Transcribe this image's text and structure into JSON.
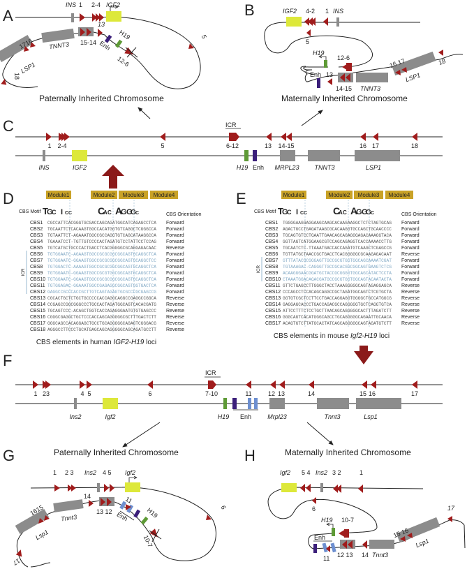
{
  "colors": {
    "ctcf": "#a01c1c",
    "gene": "#8c8c8c",
    "igf2": "#dde83a",
    "h19": "#5e9a36",
    "enh": "#3b1f7a",
    "enh_mouse_light": "#6d8fd0",
    "module": "#c9a227",
    "icr_seq": "#7fa7c4",
    "big_arrow": "#8b1a1a"
  },
  "panels": {
    "A": {
      "letter": "A",
      "title": "Paternally Inherited Chromosome",
      "labels": {
        "ins": "INS",
        "c1": "1",
        "c24": "2-4",
        "igf2": "IGF2",
        "c13": "13",
        "tnnt3": "TNNT3",
        "c1514": "15-14",
        "enh": "Enh",
        "h19": "H19",
        "c126": "12-6",
        "c5": "5",
        "c1716": "1716",
        "lsp1": "LSP1",
        "c18": "18"
      }
    },
    "B": {
      "letter": "B",
      "title": "Maternally Inherited Chromosome",
      "labels": {
        "igf2": "IGF2",
        "c42": "4-2",
        "c1": "1",
        "ins": "INS",
        "c5": "5",
        "h19": "H19",
        "c126": "12-6",
        "enh": "Enh",
        "c13": "13",
        "c1415": "14-15",
        "tnnt3": "TNNT3",
        "c1617": "16 17",
        "lsp1": "LSP1",
        "c18": "18"
      }
    },
    "C": {
      "letter": "C",
      "icr": "ICR",
      "sites": [
        "1",
        "2-4",
        "5",
        "6-12",
        "13",
        "14-15",
        "16",
        "17",
        "18"
      ],
      "genes": [
        "INS",
        "IGF2",
        "H19",
        "Enh",
        "MRPL23",
        "TNNT3",
        "LSP1"
      ]
    },
    "D": {
      "letter": "D",
      "modules": [
        "Module1",
        "Module2",
        "Module3",
        "Module4"
      ],
      "motif_label": "CBS Motif",
      "orientation_header": "CBS Orientation",
      "icr_label": "ICR",
      "caption_pre": "CBS elements in human ",
      "caption_it": "IGF2-H19",
      "caption_post": " loci",
      "rows": [
        {
          "name": "CBS1",
          "seq": "CGCCATTCACGGGTGCGACCAGCAGATGGCATCAGAGCCTCA",
          "orient": "Forward",
          "icr": false
        },
        {
          "name": "CBS2",
          "seq": "TGCAATTCTCACAAGTGGCCACATGGTGTCAGGCTCGGGCCA",
          "orient": "Forward",
          "icr": false
        },
        {
          "name": "CBS3",
          "seq": "TGTAATTCT-AGAAATGGCCGCCAGGTGTCAGCATAAGGCCA",
          "orient": "Forward",
          "icr": false
        },
        {
          "name": "CBS4",
          "seq": "TGAAATCCT-TGTTGTCCCCACTAGATGTCCTATTCCTCCAG",
          "orient": "Forward",
          "icr": false
        },
        {
          "name": "CBS5",
          "seq": "TGTCATGCTGCCCACTGACCTCACGGGGGCGCAGGAGACAAC",
          "orient": "Reverse",
          "icr": false
        },
        {
          "name": "CBS6",
          "seq": "TGTGGAATC-AGAAGTGGCCGCGCGGCGGCAGTGCAGGCTCA",
          "orient": "Forward",
          "icr": true
        },
        {
          "name": "CBS7",
          "seq": "TGTGGAATC-GGAAGTGGCCGCGCGGCGGCAGTGCAGGCTCC",
          "orient": "Forward",
          "icr": true
        },
        {
          "name": "CBS8",
          "seq": "TGTGGACTC-AAAAGTGGCCGCGCGGCGGCAGTGCAGGCTCA",
          "orient": "Forward",
          "icr": true
        },
        {
          "name": "CBS9",
          "seq": "TGTGGAATC-GGAAGTGGCCGCGTGGCGGCAGTGCAGGCTCA",
          "orient": "Forward",
          "icr": true
        },
        {
          "name": "CBS10",
          "seq": "TGTGGAATC-GGAAGTGGCCGCGCGGCGGCAGTGCAGGCTCA",
          "orient": "Forward",
          "icr": true
        },
        {
          "name": "CBS11",
          "seq": "TGTGGAGAC-GGAAATGGCCGAGAGGCGGCAGTGGTGACTCA",
          "orient": "Forward",
          "icr": true
        },
        {
          "name": "CBS12",
          "seq": "GAGGCCGCCCACCGCTTGTCAGTAGAGTGCGCCCGCGAGCCG",
          "orient": "Forward",
          "icr": true
        },
        {
          "name": "CBS13",
          "seq": "CGCACTGCTCTGCTGCCCCCACCAGGCAGGCCGAGGCCGGCA",
          "orient": "Reverse",
          "icr": false
        },
        {
          "name": "CBS14",
          "seq": "CCGAGCCGGCGGGCCCTGCCACTAGATGGCAGTCACACGATG",
          "orient": "Reverse",
          "icr": false
        },
        {
          "name": "CBS15",
          "seq": "TGCAGTCCC-ACAGCTGGTCACCAGAGGGAATGTGTGAGCCC",
          "orient": "Reverse",
          "icr": false
        },
        {
          "name": "CBS16",
          "seq": "CGGGCGAGGCTGCTCCCACCAGCAGGGGGCGCTTTGACTCTT",
          "orient": "Reverse",
          "icr": false
        },
        {
          "name": "CBS17",
          "seq": "GGGCAGCCACAGGAGCTGCCTGCAGGGGGCAGAGTCGGGACG",
          "orient": "Reverse",
          "icr": false
        },
        {
          "name": "CBS18",
          "seq": "AGGGCCTTCCCTGCATGAGCAGCAGGGGGCAGCAGATGCCTT",
          "orient": "Reverse",
          "icr": false
        }
      ]
    },
    "E": {
      "letter": "E",
      "modules": [
        "Module1",
        "Module2",
        "Module3",
        "Module4"
      ],
      "motif_label": "CBS Motif",
      "orientation_header": "CBS Orientation",
      "icr_label": "ICR",
      "caption_pre": "CBS elements in mouse ",
      "caption_it": "Igf2-H19",
      "caption_post": " loci",
      "rows": [
        {
          "name": "CBS1",
          "seq": "TGGGGAAGGAGGAAGCAAGCACAAGAAGGCTCTCTAGTGCAG",
          "orient": "Forward",
          "icr": false
        },
        {
          "name": "CBS2",
          "seq": "AGACTGCCTGAGATAAGCGCACAAGGTGCCAGCTGCAACCCC",
          "orient": "Forward",
          "icr": false
        },
        {
          "name": "CBS3",
          "seq": "TGCAGTGTCCTGAATTGAACAGCAGAGGGAGACAAAGGTACA",
          "orient": "Forward",
          "icr": false
        },
        {
          "name": "CBS4",
          "seq": "GGTTAGTCATGGAAGCGTCCAGCAGAGGTCACCAAAACCTTG",
          "orient": "Forward",
          "icr": false
        },
        {
          "name": "CBS5",
          "seq": "TGCAATCTC-TTAAATGACCACCAGATGTCAAGCTCGAGCCG",
          "orient": "Forward",
          "icr": false
        },
        {
          "name": "CBS6",
          "seq": "TGTTATGCTAACCGCTGACCTCACGGGGGCGCAAGAGACAAT",
          "orient": "Reverse",
          "icr": false
        },
        {
          "name": "CBS7",
          "seq": "GTTTATACGCGGGAGTTGCCGCGTGGTGGCAGCAAAATCGAT",
          "orient": "Forward",
          "icr": true
        },
        {
          "name": "CBS8",
          "seq": "TGTAAAGAC-CAGGGTTGCCGCACGGCGGCAGTGAAGTCTCG",
          "orient": "Forward",
          "icr": true
        },
        {
          "name": "CBS9",
          "seq": "ACAAGGGAACGGATGCTACCGCGGGGTGGCAGCATACTCCTA",
          "orient": "Forward",
          "icr": true
        },
        {
          "name": "CBS10",
          "seq": "CTAAATGGACAGACGATGCCGCGTGGTGGCAGTACAATACTA",
          "orient": "Forward",
          "icr": true
        },
        {
          "name": "CBS11",
          "seq": "GTTCTGAGCCTTGGGCTACCTAAAGGGGGCAGTAGAGGAGCA",
          "orient": "Reverse",
          "icr": false
        },
        {
          "name": "CBS12",
          "seq": "CCCAGCCTCCACAGCAGGCCGCTAGATGGCAGTCTCGTGCTA",
          "orient": "Reverse",
          "icr": false
        },
        {
          "name": "CBS13",
          "seq": "GGTGTCGCTCCTTCCTGACCAGGAGGTGGGGCTGCCATGGCG",
          "orient": "Reverse",
          "icr": false
        },
        {
          "name": "CBS14",
          "seq": "GAGGAGCACCCTGACCAGACGCCAGGGGGTGCTCAGGTGTCA",
          "orient": "Reverse",
          "icr": false
        },
        {
          "name": "CBS15",
          "seq": "ATTCCTTTCTCCTGCTTAACAGCAGGGGGCACTTTAGATCTT",
          "orient": "Reverse",
          "icr": false
        },
        {
          "name": "CBS16",
          "seq": "GGGCAGTCACATGGGCAGCCTGCAGGGGGCAGAATTGCAACA",
          "orient": "Reverse",
          "icr": false
        },
        {
          "name": "CBS17",
          "seq": "ACAGTGTCTTATGCACTATCAGCAGGGGGCAGTAGATGTCTT",
          "orient": "Reverse",
          "icr": false
        }
      ]
    },
    "F": {
      "letter": "F",
      "icr": "ICR",
      "sites": [
        "1",
        "23",
        "4",
        "5",
        "6",
        "7-10",
        "11",
        "12",
        "13",
        "14",
        "15",
        "16",
        "17"
      ],
      "genes": [
        "Ins2",
        "Igf2",
        "H19",
        "Enh",
        "Mrpl23",
        "Tnnt3",
        "Lsp1"
      ]
    },
    "G": {
      "letter": "G",
      "title": "Paternally Inherited Chromosome",
      "labels": {
        "c1": "1",
        "c23": "2 3",
        "ins2": "Ins2",
        "c45": "4 5",
        "igf2": "Igf2",
        "c14": "14",
        "c1312": "13 12",
        "c11": "11",
        "enh": "Enh",
        "h19": "H19",
        "c107": "10-7",
        "c6": "6",
        "c1615": "1615",
        "tnnt3": "Tnnt3",
        "lsp1": "Lsp1",
        "c17": "17"
      }
    },
    "H": {
      "letter": "H",
      "title": "Maternally Inherited Chromosome",
      "labels": {
        "igf2": "Igf2",
        "c54": "5 4",
        "ins2": "Ins2",
        "c32": "3 2",
        "c1": "1",
        "c6": "6",
        "h19": "H19",
        "c107": "10-7",
        "enh": "Enh",
        "c11": "11",
        "c1213": "12 13",
        "c14": "14",
        "tnnt3": "Tnnt3",
        "c1516": "15 16",
        "lsp1": "Lsp1",
        "c17": "17"
      }
    }
  }
}
